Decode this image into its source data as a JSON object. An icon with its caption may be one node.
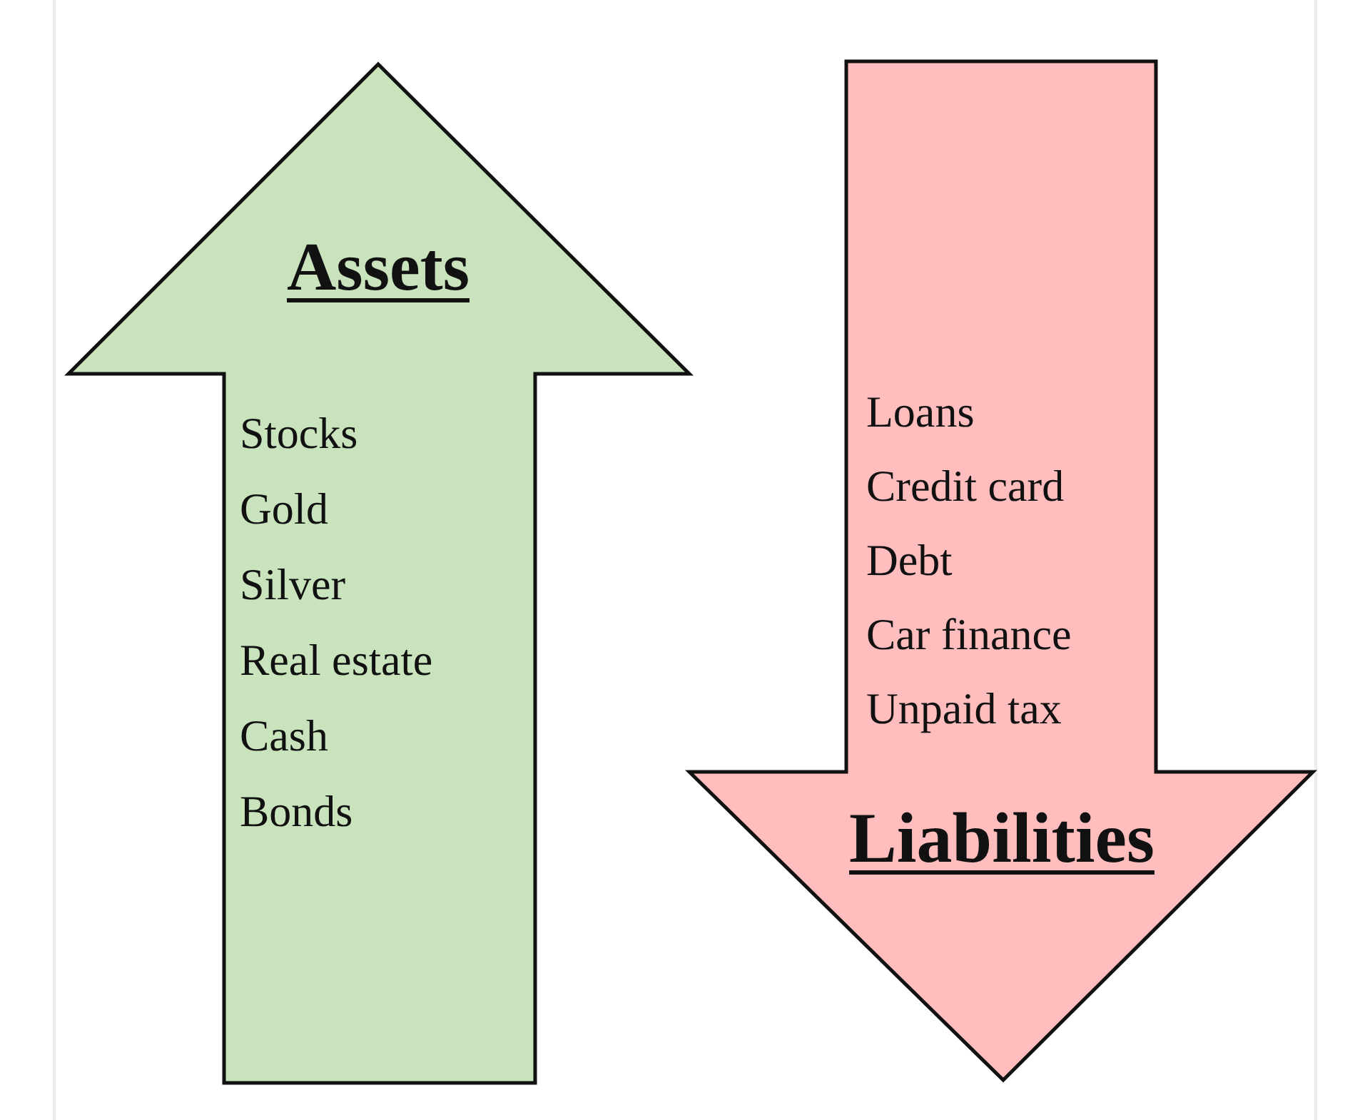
{
  "diagram": {
    "nodes": [
      {
        "text": [
          "Assets",
          "Stocks",
          "Gold",
          "Silver",
          "Real estate",
          "Cash",
          "Bonds"
        ]
      },
      {
        "text": [
          "Loans",
          "Credit card",
          "Debt",
          "Car finance",
          "Unpaid tax",
          "Liabilities"
        ]
      }
    ]
  }
}
